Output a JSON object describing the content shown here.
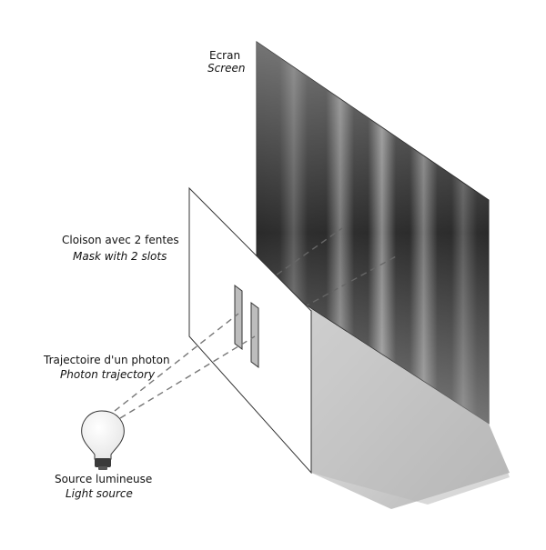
{
  "labels": {
    "screen_fr": "Ecran",
    "screen_en": "Screen",
    "mask_fr": "Cloison avec 2 fentes",
    "mask_en": "Mask with 2 slots",
    "trajectory_fr": "Trajectoire d'un photon",
    "trajectory_en": "Photon trajectory",
    "source_fr": "Source lumineuse",
    "source_en": "Light source"
  },
  "icons": {
    "light_source": "light-bulb-icon"
  },
  "colors": {
    "screen_dark": "#2f2f2f",
    "fringe_light": "#8a8a8a",
    "line": "#555555",
    "shadow": "#cfcfcf"
  }
}
